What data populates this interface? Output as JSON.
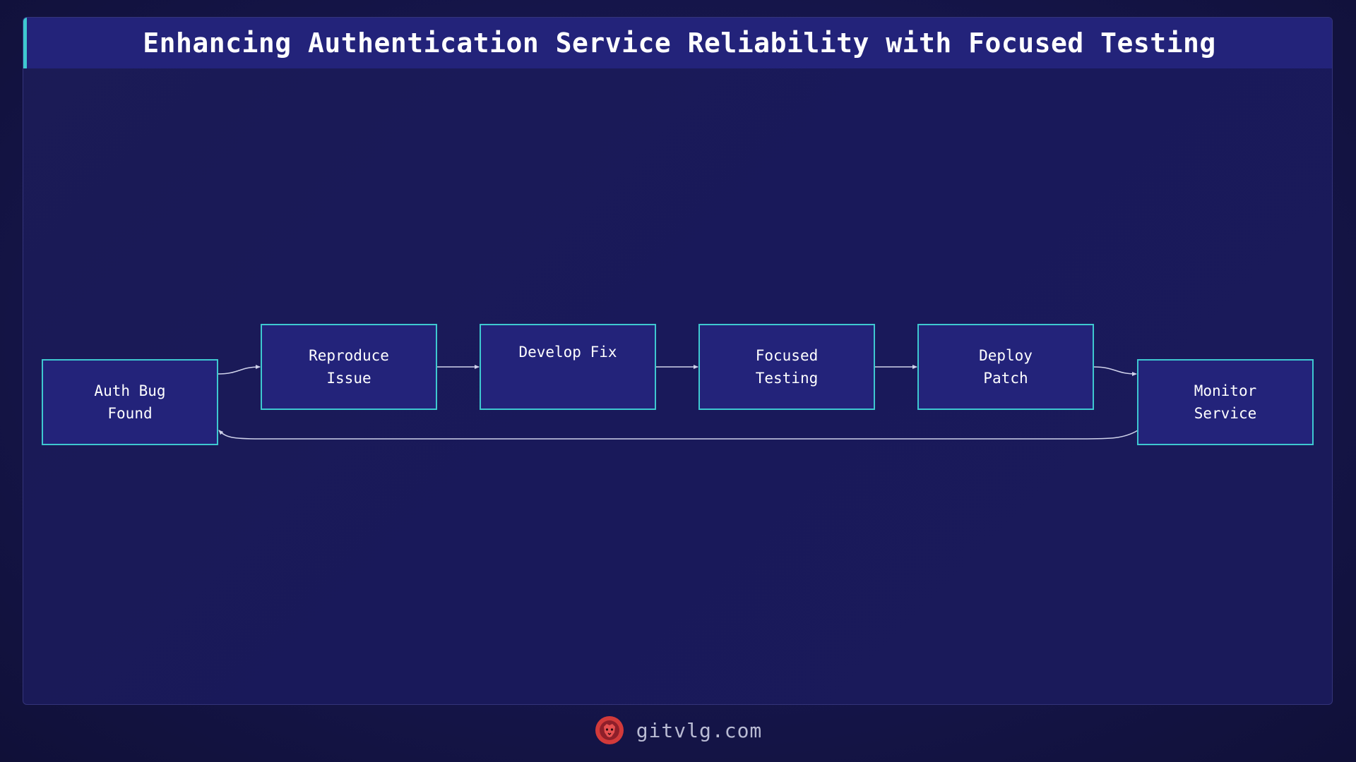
{
  "title": "Enhancing Authentication Service Reliability with Focused Testing",
  "nodes": [
    {
      "id": "auth-bug-found",
      "lines": [
        "Auth Bug",
        "Found"
      ]
    },
    {
      "id": "reproduce-issue",
      "lines": [
        "Reproduce",
        "Issue"
      ]
    },
    {
      "id": "develop-fix",
      "lines": [
        "Develop Fix"
      ]
    },
    {
      "id": "focused-testing",
      "lines": [
        "Focused",
        "Testing"
      ]
    },
    {
      "id": "deploy-patch",
      "lines": [
        "Deploy",
        "Patch"
      ]
    },
    {
      "id": "monitor-service",
      "lines": [
        "Monitor",
        "Service"
      ]
    }
  ],
  "edges": [
    {
      "from": "auth-bug-found",
      "to": "reproduce-issue"
    },
    {
      "from": "reproduce-issue",
      "to": "develop-fix"
    },
    {
      "from": "develop-fix",
      "to": "focused-testing"
    },
    {
      "from": "focused-testing",
      "to": "deploy-patch"
    },
    {
      "from": "deploy-patch",
      "to": "monitor-service"
    },
    {
      "from": "monitor-service",
      "to": "auth-bug-found"
    }
  ],
  "footer": {
    "site": "gitvlg.com",
    "logo_icon": "lion-head-icon"
  },
  "colors": {
    "background": "#151549",
    "node_fill": "#23237a",
    "node_border": "#3ec8d0",
    "edge": "#cfd2ea",
    "accent": "#3ec8d0",
    "logo": "#d23a3a"
  }
}
